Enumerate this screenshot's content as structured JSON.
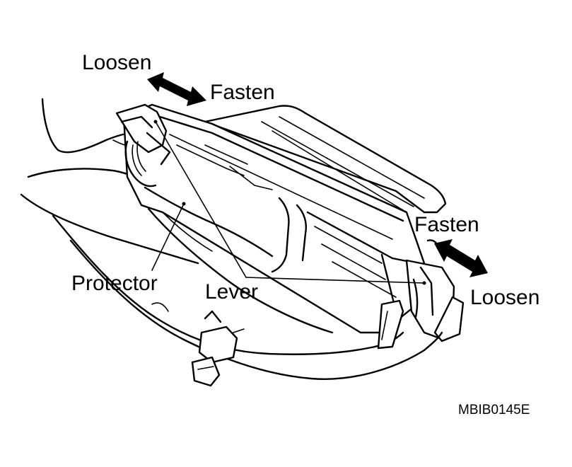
{
  "labels": {
    "loosen_left": "Loosen",
    "fasten_top": "Fasten",
    "fasten_right": "Fasten",
    "loosen_right": "Loosen",
    "protector": "Protector",
    "lever": "Lever"
  },
  "figure_code": "MBIB0145E",
  "arrow_color": "#000000"
}
